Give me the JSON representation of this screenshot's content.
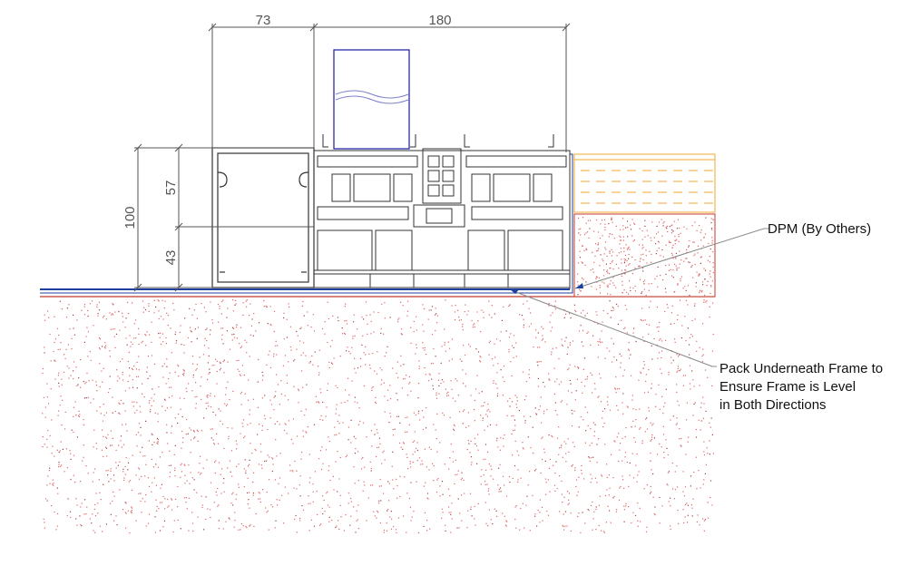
{
  "dimensions": {
    "top_left": "73",
    "top_right": "180",
    "overall_height": "100",
    "upper_height": "57",
    "lower_height": "43"
  },
  "annotations": {
    "dpm": "DPM (By Others)",
    "pack_line1": "Pack Underneath Frame to",
    "pack_line2": "Ensure Frame is Level",
    "pack_line3": "in Both Directions"
  },
  "colors": {
    "line": "#555555",
    "frame": "#333333",
    "concrete_speckle": "#e06666",
    "slab_line": "#c0392b",
    "dpm_line": "#1f3f9e",
    "insulation_line": "#f0a830",
    "glass": "#1a1aa0",
    "glass_wave": "#8080cc"
  }
}
